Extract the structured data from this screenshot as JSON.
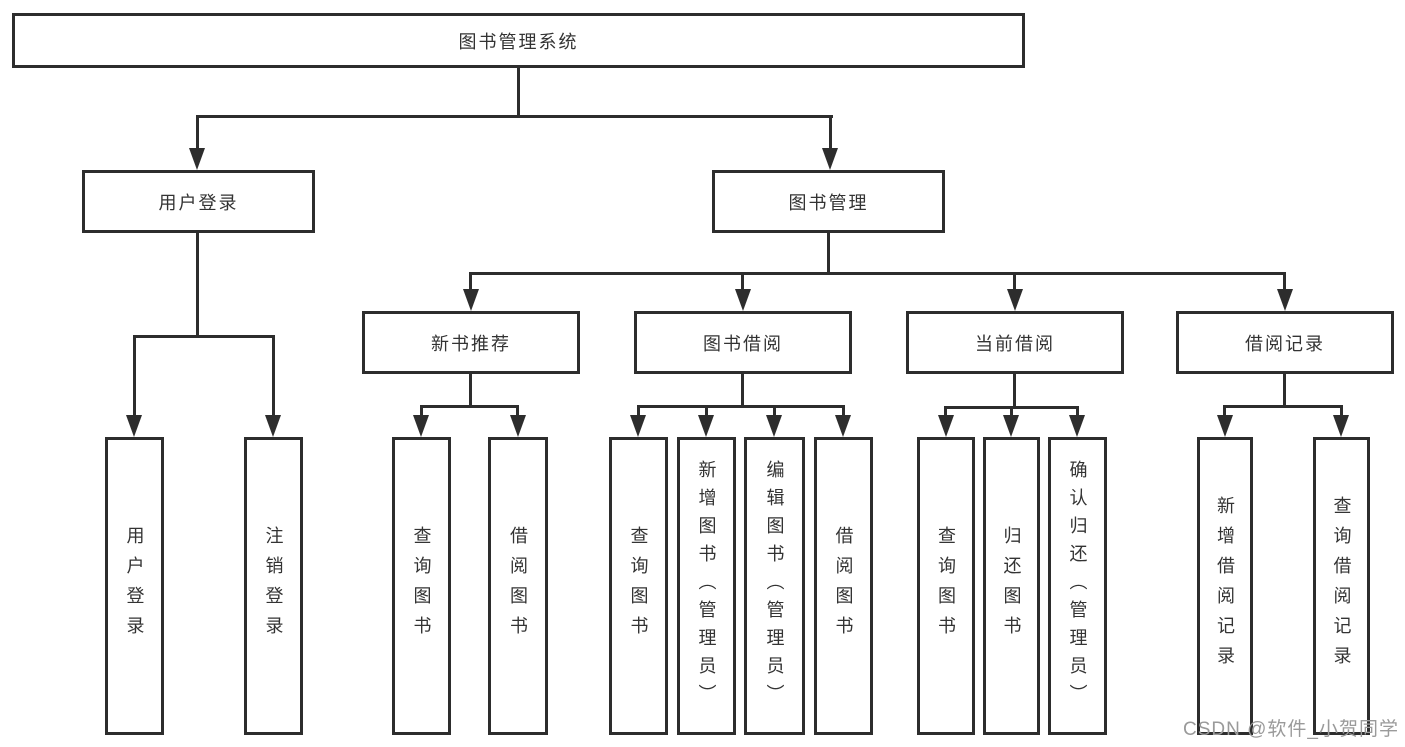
{
  "diagram": {
    "root_label": "图书管理系统",
    "user_login": {
      "label": "用户登录",
      "login": "用户登录",
      "logout": "注销登录"
    },
    "book_mgmt": {
      "label": "图书管理"
    },
    "new_book": {
      "label": "新书推荐",
      "query": "查询图书",
      "borrow": "借阅图书"
    },
    "book_borrow": {
      "label": "图书借阅",
      "query": "查询图书",
      "add": "新增图书（管理员）",
      "edit": "编辑图书（管理员）",
      "borrow": "借阅图书"
    },
    "current_borrow": {
      "label": "当前借阅",
      "query": "查询图书",
      "return": "归还图书",
      "confirm": "确认归还（管理员）"
    },
    "borrow_records": {
      "label": "借阅记录",
      "add": "新增借阅记录",
      "query": "查询借阅记录"
    },
    "colors": {
      "line": "#2d2d2d",
      "text": "#333333",
      "watermark": "#9a9a9a",
      "background": "#ffffff"
    }
  },
  "watermark": "CSDN @软件_小贺同学"
}
